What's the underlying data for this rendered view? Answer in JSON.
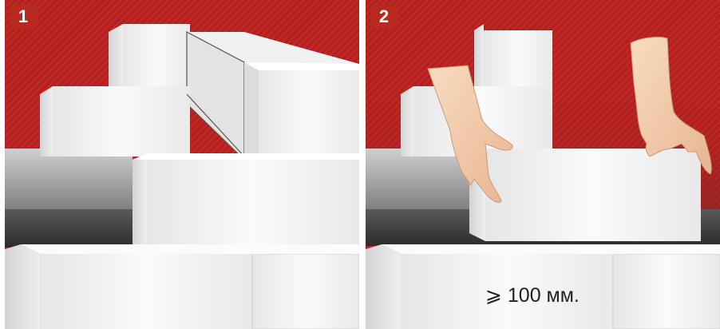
{
  "colors": {
    "background_red": "#b3201f",
    "background_red_light": "#d23a35",
    "badge_red": "#b8291f",
    "block_white": "#f3f3f3",
    "block_shadow": "#c9c9c9",
    "floor_dark": "#333333",
    "hand_skin": "#f5d0b0"
  },
  "panels": [
    {
      "step_label": "1"
    },
    {
      "step_label": "2",
      "measurement": "⩾ 100 мм."
    }
  ]
}
